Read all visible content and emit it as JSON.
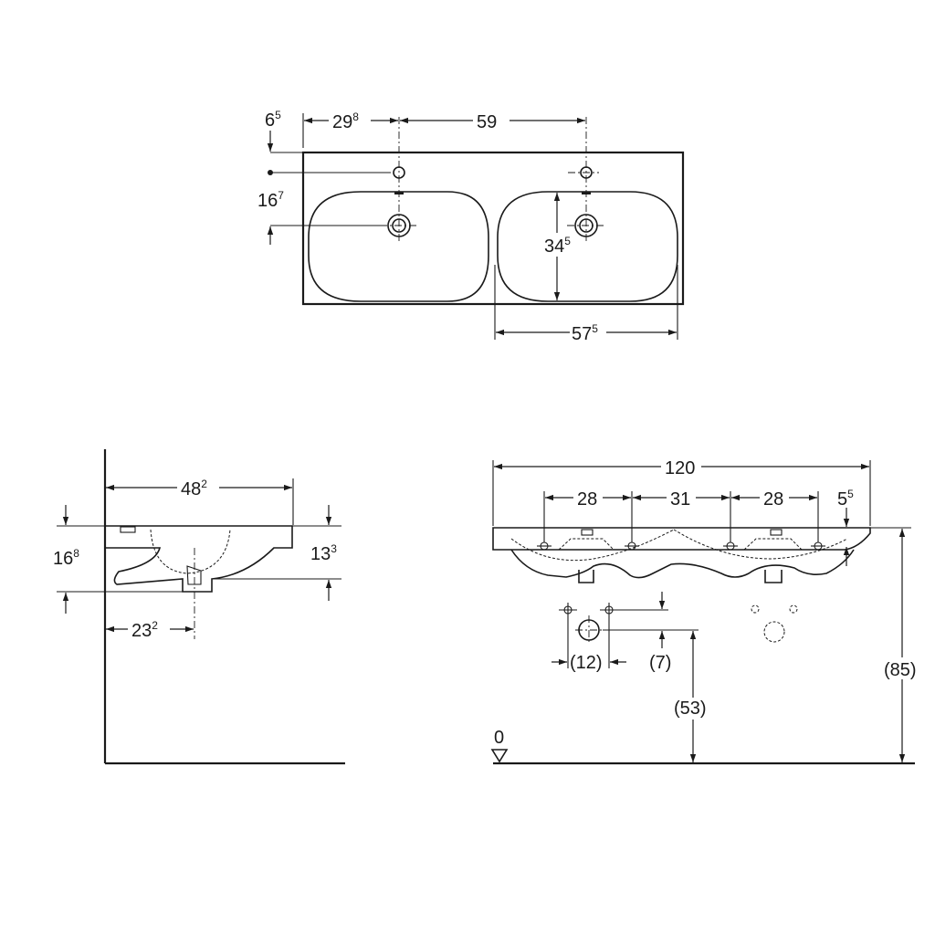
{
  "top_view": {
    "d_6_5": {
      "main": "6",
      "sup": "5"
    },
    "d_29_8": {
      "main": "29",
      "sup": "8"
    },
    "d_59": {
      "main": "59"
    },
    "d_16_7": {
      "main": "16",
      "sup": "7"
    },
    "d_34_5": {
      "main": "34",
      "sup": "5"
    },
    "d_57_5": {
      "main": "57",
      "sup": "5"
    }
  },
  "side_view": {
    "d_48_2": {
      "main": "48",
      "sup": "2"
    },
    "d_16_8": {
      "main": "16",
      "sup": "8"
    },
    "d_13_3": {
      "main": "13",
      "sup": "3"
    },
    "d_23_2": {
      "main": "23",
      "sup": "2"
    }
  },
  "front_view": {
    "d_120": {
      "main": "120"
    },
    "d_28_left": {
      "main": "28"
    },
    "d_31": {
      "main": "31"
    },
    "d_28_right": {
      "main": "28"
    },
    "d_5_5": {
      "main": "5",
      "sup": "5"
    },
    "d_12": {
      "main": "(12)"
    },
    "d_7": {
      "main": "(7)"
    },
    "d_53": {
      "main": "(53)"
    },
    "d_85": {
      "main": "(85)"
    },
    "floor_level": {
      "main": "0"
    }
  }
}
